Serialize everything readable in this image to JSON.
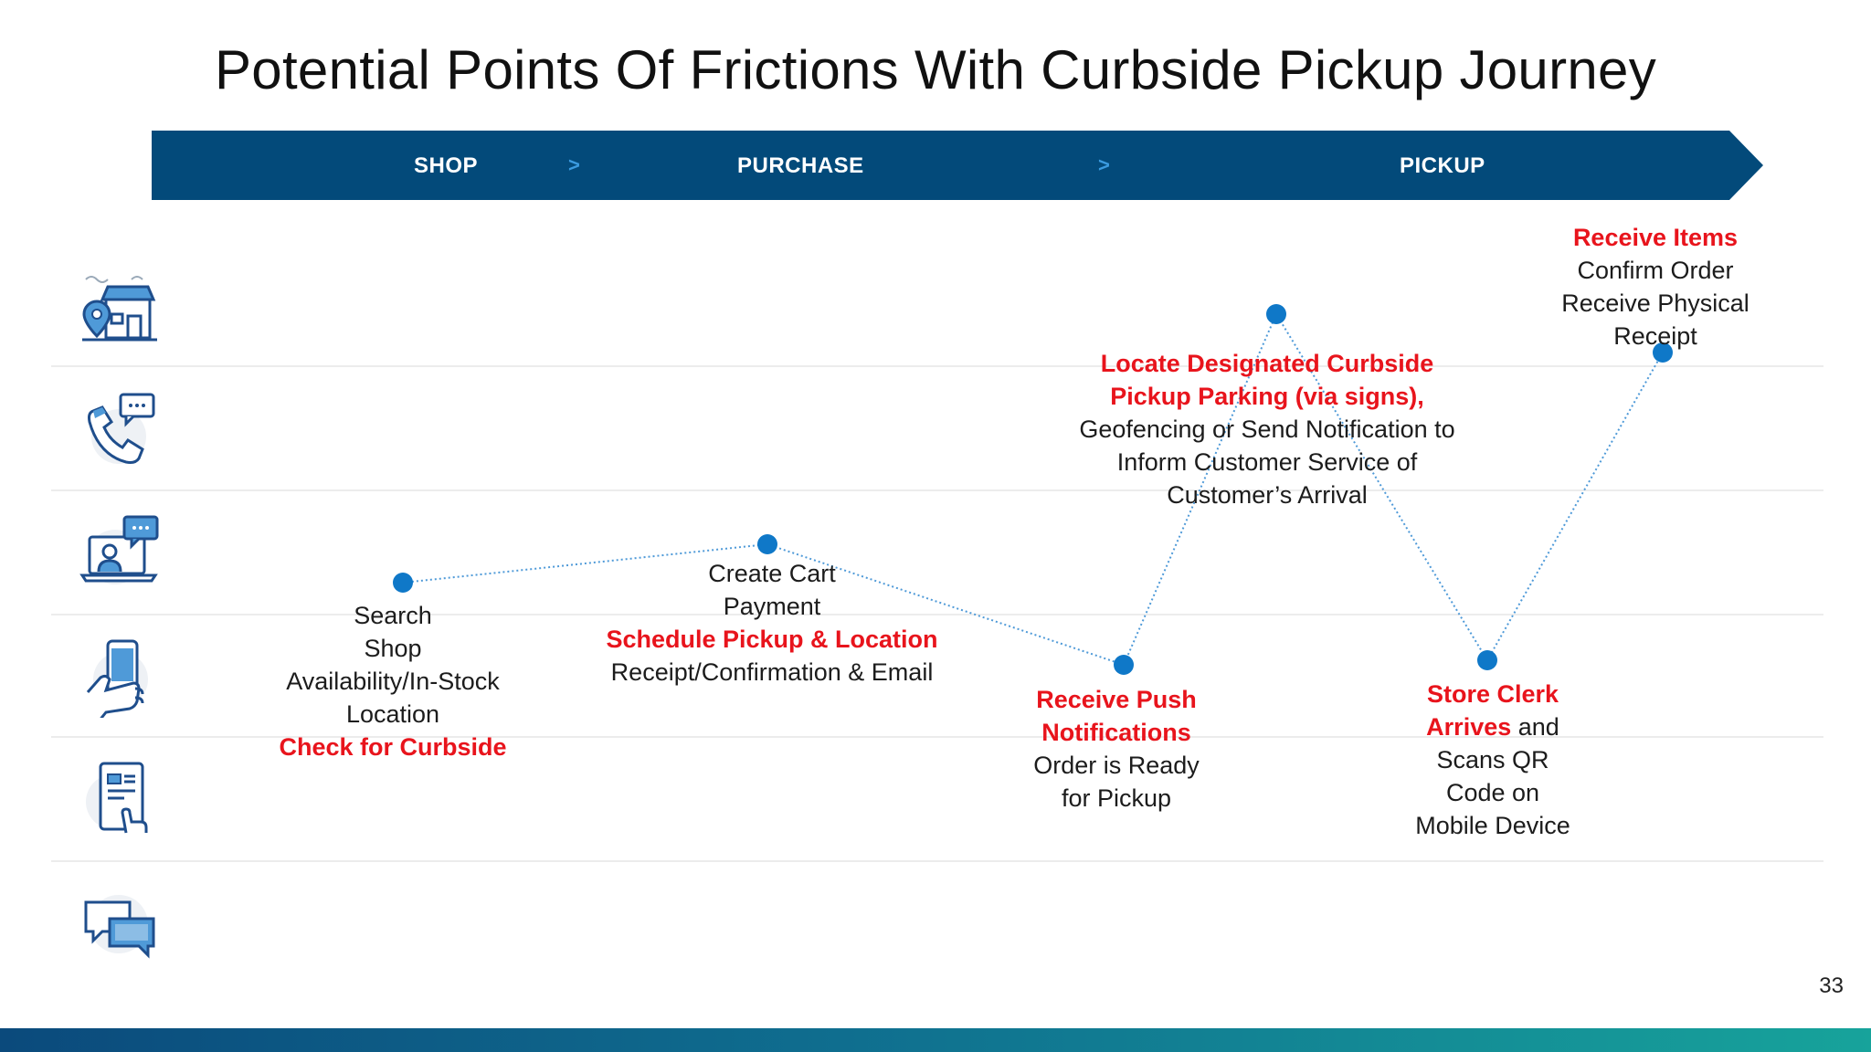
{
  "title": "Potential Points Of Frictions With Curbside Pickup Journey",
  "stages": [
    "SHOP",
    "PURCHASE",
    "PICKUP"
  ],
  "stage_separator": ">",
  "channel_icons": [
    "store-location-icon",
    "phone-chat-icon",
    "laptop-chat-icon",
    "mobile-hand-icon",
    "tablet-touch-icon",
    "chat-bubbles-icon"
  ],
  "steps": [
    {
      "lines": [
        {
          "text": "Search",
          "hl": false
        },
        {
          "text": "Shop",
          "hl": false
        },
        {
          "text": "Availability/In-Stock",
          "hl": false
        },
        {
          "text": "Location",
          "hl": false
        },
        {
          "text": "Check for Curbside",
          "hl": true
        }
      ]
    },
    {
      "lines": [
        {
          "text": "Create Cart",
          "hl": false
        },
        {
          "text": "Payment",
          "hl": false
        },
        {
          "text": "Schedule Pickup & Location",
          "hl": true
        },
        {
          "text": "Receipt/Confirmation & Email",
          "hl": false
        }
      ]
    },
    {
      "lines": [
        {
          "text": "Receive Push",
          "hl": true
        },
        {
          "text": "Notifications",
          "hl": true
        },
        {
          "text": "Order is Ready",
          "hl": false
        },
        {
          "text": "for Pickup",
          "hl": false
        }
      ]
    },
    {
      "lines": [
        {
          "text": "Locate Designated Curbside",
          "hl": true
        },
        {
          "text": "Pickup Parking (via signs),",
          "hl": true
        },
        {
          "text": "Geofencing or Send Notification to",
          "hl": false
        },
        {
          "text": "Inform Customer Service of",
          "hl": false
        },
        {
          "text": "Customer’s Arrival",
          "hl": false
        }
      ]
    },
    {
      "lines": [
        {
          "text": "Store Clerk",
          "hl": true
        },
        {
          "text": "Arrives and",
          "hl": false,
          "hl_prefix": "Arrives",
          "suffix": " and"
        },
        {
          "text": "Scans QR",
          "hl": false
        },
        {
          "text": "Code on",
          "hl": false
        },
        {
          "text": "Mobile Device",
          "hl": false
        }
      ]
    },
    {
      "lines": [
        {
          "text": "Receive Items",
          "hl": true
        },
        {
          "text": "Confirm Order",
          "hl": false
        },
        {
          "text": "Receive Physical",
          "hl": false
        },
        {
          "text": "Receipt",
          "hl": false
        }
      ]
    }
  ],
  "page_number": "33",
  "colors": {
    "banner": "#034a7a",
    "dot": "#0f78c8",
    "highlight": "#e8141c",
    "icon_stroke": "#1f4e8c",
    "icon_fill": "#4f9ad8"
  }
}
